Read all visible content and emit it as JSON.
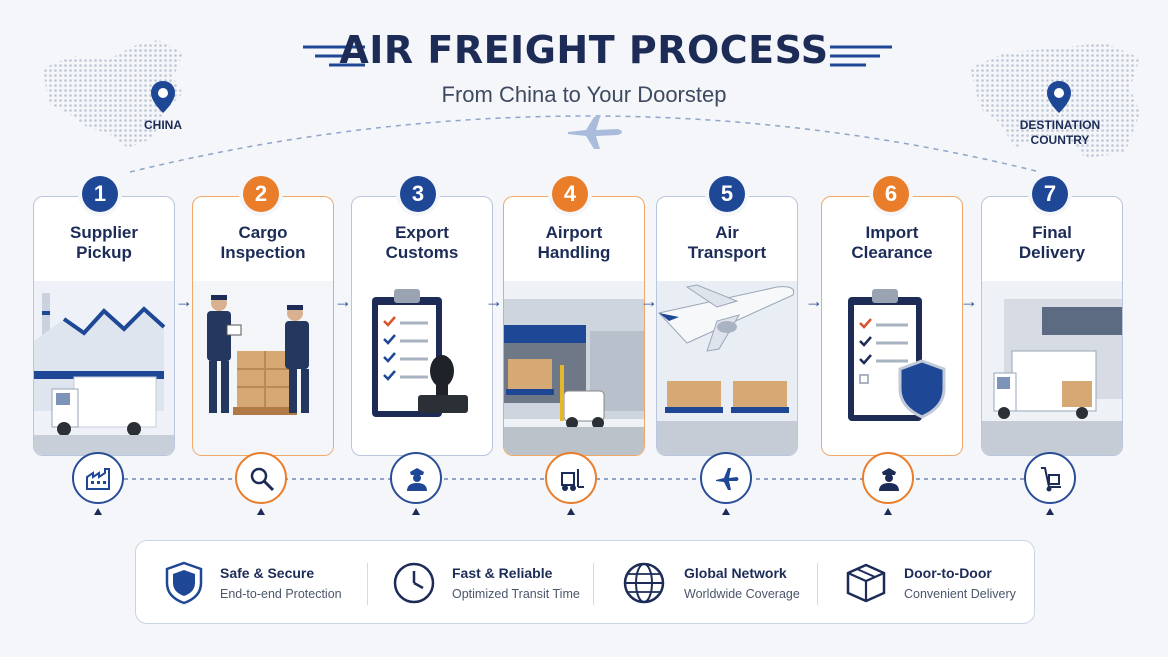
{
  "header": {
    "title": "AIR FREIGHT PROCESS",
    "subtitle": "From China to Your Doorstep"
  },
  "origin": {
    "label": "CHINA"
  },
  "destination": {
    "label_line1": "DESTINATION",
    "label_line2": "COUNTRY"
  },
  "colors": {
    "navy": "#1c2c57",
    "blue": "#1e4796",
    "orange": "#ea7d2a"
  },
  "steps": [
    {
      "number": "1",
      "line1": "Supplier",
      "line2": "Pickup",
      "accent": "blue",
      "icon": "factory-icon"
    },
    {
      "number": "2",
      "line1": "Cargo",
      "line2": "Inspection",
      "accent": "orange",
      "icon": "magnifier-icon"
    },
    {
      "number": "3",
      "line1": "Export",
      "line2": "Customs",
      "accent": "blue",
      "icon": "customs-officer-icon"
    },
    {
      "number": "4",
      "line1": "Airport",
      "line2": "Handling",
      "accent": "orange",
      "icon": "forklift-icon"
    },
    {
      "number": "5",
      "line1": "Air",
      "line2": "Transport",
      "accent": "blue",
      "icon": "airplane-icon"
    },
    {
      "number": "6",
      "line1": "Import",
      "line2": "Clearance",
      "accent": "orange",
      "icon": "customs-officer-icon"
    },
    {
      "number": "7",
      "line1": "Final",
      "line2": "Delivery",
      "accent": "blue",
      "icon": "hand-truck-icon"
    }
  ],
  "features": [
    {
      "title": "Safe & Secure",
      "subtitle": "End-to-end Protection",
      "icon": "shield-icon"
    },
    {
      "title": "Fast & Reliable",
      "subtitle": "Optimized Transit Time",
      "icon": "clock-icon"
    },
    {
      "title": "Global Network",
      "subtitle": "Worldwide Coverage",
      "icon": "globe-icon"
    },
    {
      "title": "Door-to-Door",
      "subtitle": "Convenient Delivery",
      "icon": "box-icon"
    }
  ]
}
